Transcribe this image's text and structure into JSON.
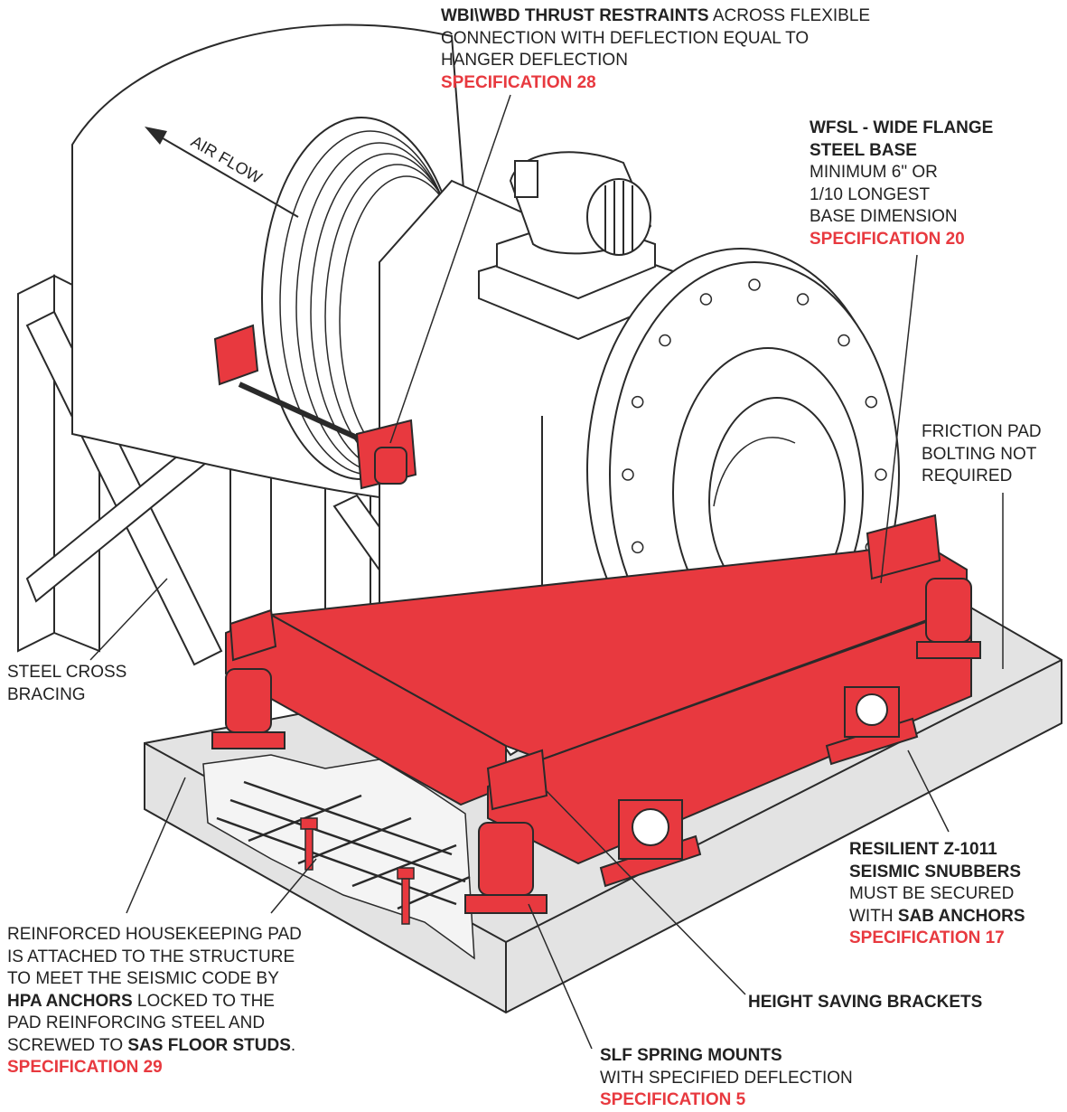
{
  "colors": {
    "accent_red": "#e8393f",
    "text": "#222222",
    "line": "#2a2a2a",
    "concrete": "#e3e3e3",
    "concrete_edge": "#bdbdbd"
  },
  "drawing": {
    "airflow_label": "AIR FLOW"
  },
  "callouts": {
    "thrust": {
      "bold": "WBI\\WBD THRUST RESTRAINTS",
      "text1": " ACROSS FLEXIBLE",
      "line2": "CONNECTION WITH DEFLECTION EQUAL TO",
      "line3": "HANGER DEFLECTION",
      "spec": "SPECIFICATION 28"
    },
    "wfsl": {
      "line1": "WFSL - WIDE FLANGE",
      "line2": "STEEL BASE",
      "line3": "MINIMUM 6\" OR",
      "line4": "1/10 LONGEST",
      "line5": "BASE DIMENSION",
      "spec": "SPECIFICATION 20"
    },
    "friction": {
      "line1": "FRICTION PAD",
      "line2": "BOLTING NOT",
      "line3": "REQUIRED"
    },
    "bracing": {
      "line1": "STEEL CROSS",
      "line2": "BRACING"
    },
    "snubbers": {
      "line1": "RESILIENT Z-1011",
      "line2": "SEISMIC SNUBBERS",
      "line3": "MUST BE SECURED",
      "text4": "WITH ",
      "bold4": "SAB ANCHORS",
      "spec": "SPECIFICATION 17"
    },
    "height": {
      "line1": "HEIGHT SAVING BRACKETS"
    },
    "pad": {
      "line1": "REINFORCED HOUSEKEEPING PAD",
      "line2": "IS ATTACHED TO THE STRUCTURE",
      "line3": "TO MEET THE SEISMIC CODE BY",
      "bold4": "HPA ANCHORS",
      "text4": " LOCKED TO THE",
      "line5": "PAD REINFORCING STEEL AND",
      "text6": "SCREWED TO ",
      "bold6": "SAS FLOOR STUDS",
      "text6b": ".",
      "spec": "SPECIFICATION 29"
    },
    "slf": {
      "line1": "SLF SPRING MOUNTS",
      "line2": "WITH SPECIFIED DEFLECTION",
      "spec": "SPECIFICATION 5"
    }
  }
}
